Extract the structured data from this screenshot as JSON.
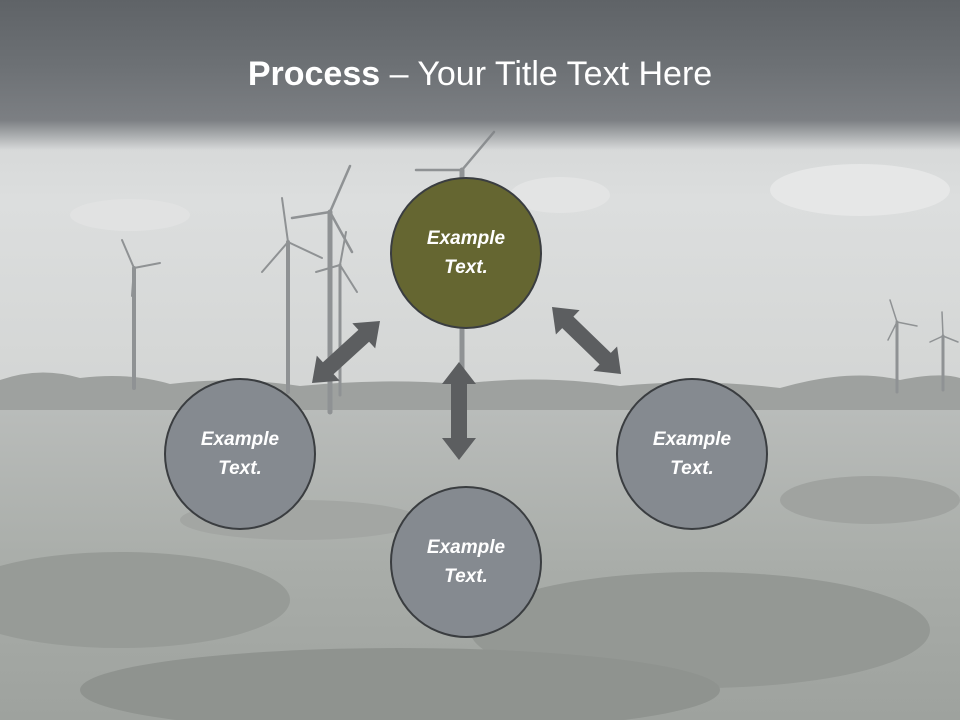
{
  "title": {
    "bold": "Process",
    "rest": " – Your Title Text Here"
  },
  "nodes": {
    "top": {
      "text": "Example Text.",
      "color": "#656631"
    },
    "left": {
      "text": "Example Text.",
      "color": "#858a90"
    },
    "right": {
      "text": "Example Text.",
      "color": "#858a90"
    },
    "bottom": {
      "text": "Example Text.",
      "color": "#858a90"
    }
  },
  "colors": {
    "arrow": "#5c5e60",
    "title_band": "#6b6e72",
    "node_border": "#3a3d40"
  },
  "background": {
    "scene": "wind-turbines-field",
    "icons": [
      "wind-turbine",
      "wind-turbine",
      "wind-turbine",
      "wind-turbine",
      "wind-turbine",
      "wind-turbine"
    ]
  }
}
